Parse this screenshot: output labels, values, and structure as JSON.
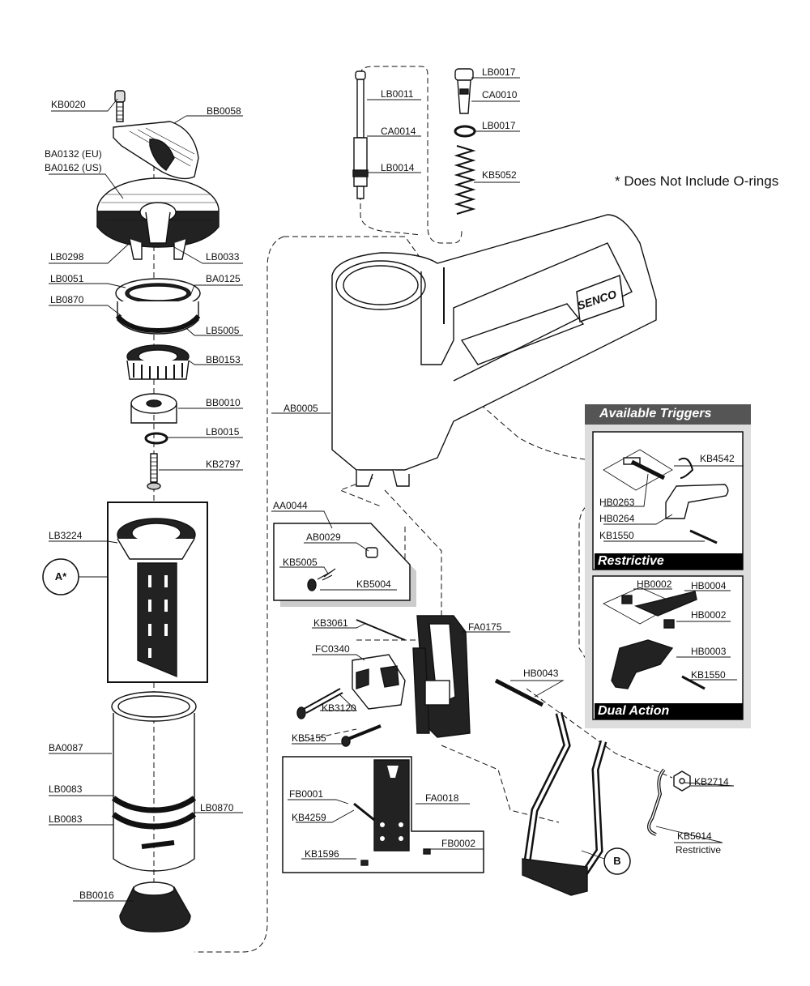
{
  "note": "* Does Not Include O-rings",
  "brand": "SENCO",
  "callouts": {
    "a": "A*",
    "b": "B"
  },
  "panels": {
    "available_triggers": "Available Triggers",
    "restrictive": "Restrictive",
    "dual_action": "Dual Action"
  },
  "parts": {
    "kb0020": "KB0020",
    "bb0058": "BB0058",
    "ba0132": "BA0132 (EU)",
    "ba0162": "BA0162 (US)",
    "lb0298": "LB0298",
    "lb0033": "LB0033",
    "lb0051": "LB0051",
    "ba0125": "BA0125",
    "lb0870a": "LB0870",
    "lb5005": "LB5005",
    "bb0153": "BB0153",
    "bb0010": "BB0010",
    "lb0015": "LB0015",
    "kb2797": "KB2797",
    "lb3224": "LB3224",
    "ba0087": "BA0087",
    "lb0083a": "LB0083",
    "lb0870b": "LB0870",
    "lb0083b": "LB0083",
    "bb0016": "BB0016",
    "lb0011": "LB0011",
    "ca0014": "CA0014",
    "lb0014": "LB0014",
    "lb0017a": "LB0017",
    "ca0010": "CA0010",
    "lb0017b": "LB0017",
    "kb5052": "KB5052",
    "ab0005": "AB0005",
    "aa0044": "AA0044",
    "ab0029": "AB0029",
    "kb5005": "KB5005",
    "kb5004": "KB5004",
    "kb3061": "KB3061",
    "fa0175": "FA0175",
    "fc0340": "FC0340",
    "kb3120": "KB3120",
    "kb5155": "KB5155",
    "fb0001": "FB0001",
    "fa0018": "FA0018",
    "kb4259": "KB4259",
    "fb0002": "FB0002",
    "kb1596": "KB1596",
    "hb0043": "HB0043",
    "kb4542": "KB4542",
    "hb0263": "HB0263",
    "hb0264": "HB0264",
    "kb1550a": "KB1550",
    "hb0002a": "HB0002",
    "hb0004": "HB0004",
    "hb0002b": "HB0002",
    "hb0003": "HB0003",
    "kb1550b": "KB1550",
    "kb2714": "KB2714",
    "kb5014": "KB5014",
    "restrictive_sub": "Restrictive"
  }
}
